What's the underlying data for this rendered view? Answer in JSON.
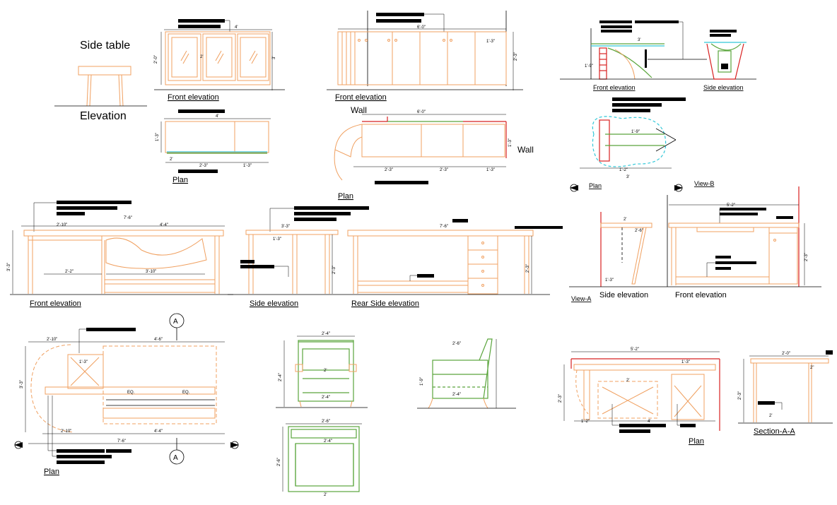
{
  "drawing": {
    "side_table": {
      "title": "Side table",
      "elevation_label": "Elevation"
    },
    "cabinet_a": {
      "front_label": "Front elevation",
      "plan_label": "Plan"
    },
    "cabinet_b": {
      "front_label": "Front elevation",
      "plan_label": "Plan",
      "wall_label_1": "Wall",
      "wall_label_2": "Wall"
    },
    "top_right": {
      "front_label": "Front elevation",
      "side_label": "Side elevation",
      "plan_label": "Plan",
      "view_b": "View-B"
    },
    "desk_middle": {
      "front_label": "Front elevation",
      "side_label": "Side elevation",
      "rear_label": "Rear Side elevation"
    },
    "view_a": {
      "view_label": "View-A",
      "side_label": "Side elevation",
      "front_label": "Front elevation"
    },
    "bottom_left": {
      "plan_label": "Plan",
      "section_marker": "A"
    },
    "bottom_right": {
      "plan_label": "Plan",
      "section_label": "Section-A-A"
    },
    "dims": {
      "d1": "4'",
      "d2": "6'-0\"",
      "d3": "1'-3\"",
      "d4": "3'",
      "d5": "2'-0\"",
      "d6": "2'-3\"",
      "d7": "2'",
      "d8": "1'-3\"",
      "d9": "6'-0\"",
      "d10": "2'-3\"",
      "d11": "2'-3\"",
      "d12": "1'-3\"",
      "d13": "1'-9\"",
      "d14": "3'",
      "d15": "2'-10\"",
      "d16": "2\"",
      "d17": "4'-4\"",
      "d18": "2'-2\"",
      "d19": "3'-10\"",
      "d20": "3'-3\"",
      "d21": "7'-6\"",
      "d22": "2'-3\"",
      "d23": "5'-2\"",
      "d24": "2'",
      "d25": "1'-3\"",
      "d26": "2'-4\"",
      "d27": "2'-6\"",
      "d28": "4'-6\"",
      "d29": "7'-6\"",
      "d30": "5'-2\"",
      "d31": "1'-3\"",
      "d32": "2'-6\"",
      "d33": "1'-2\"",
      "d34": "4'",
      "d35": "EQ.",
      "d36": "EQ.",
      "d37": "3'-3\"",
      "d38": "2'-0\""
    }
  }
}
